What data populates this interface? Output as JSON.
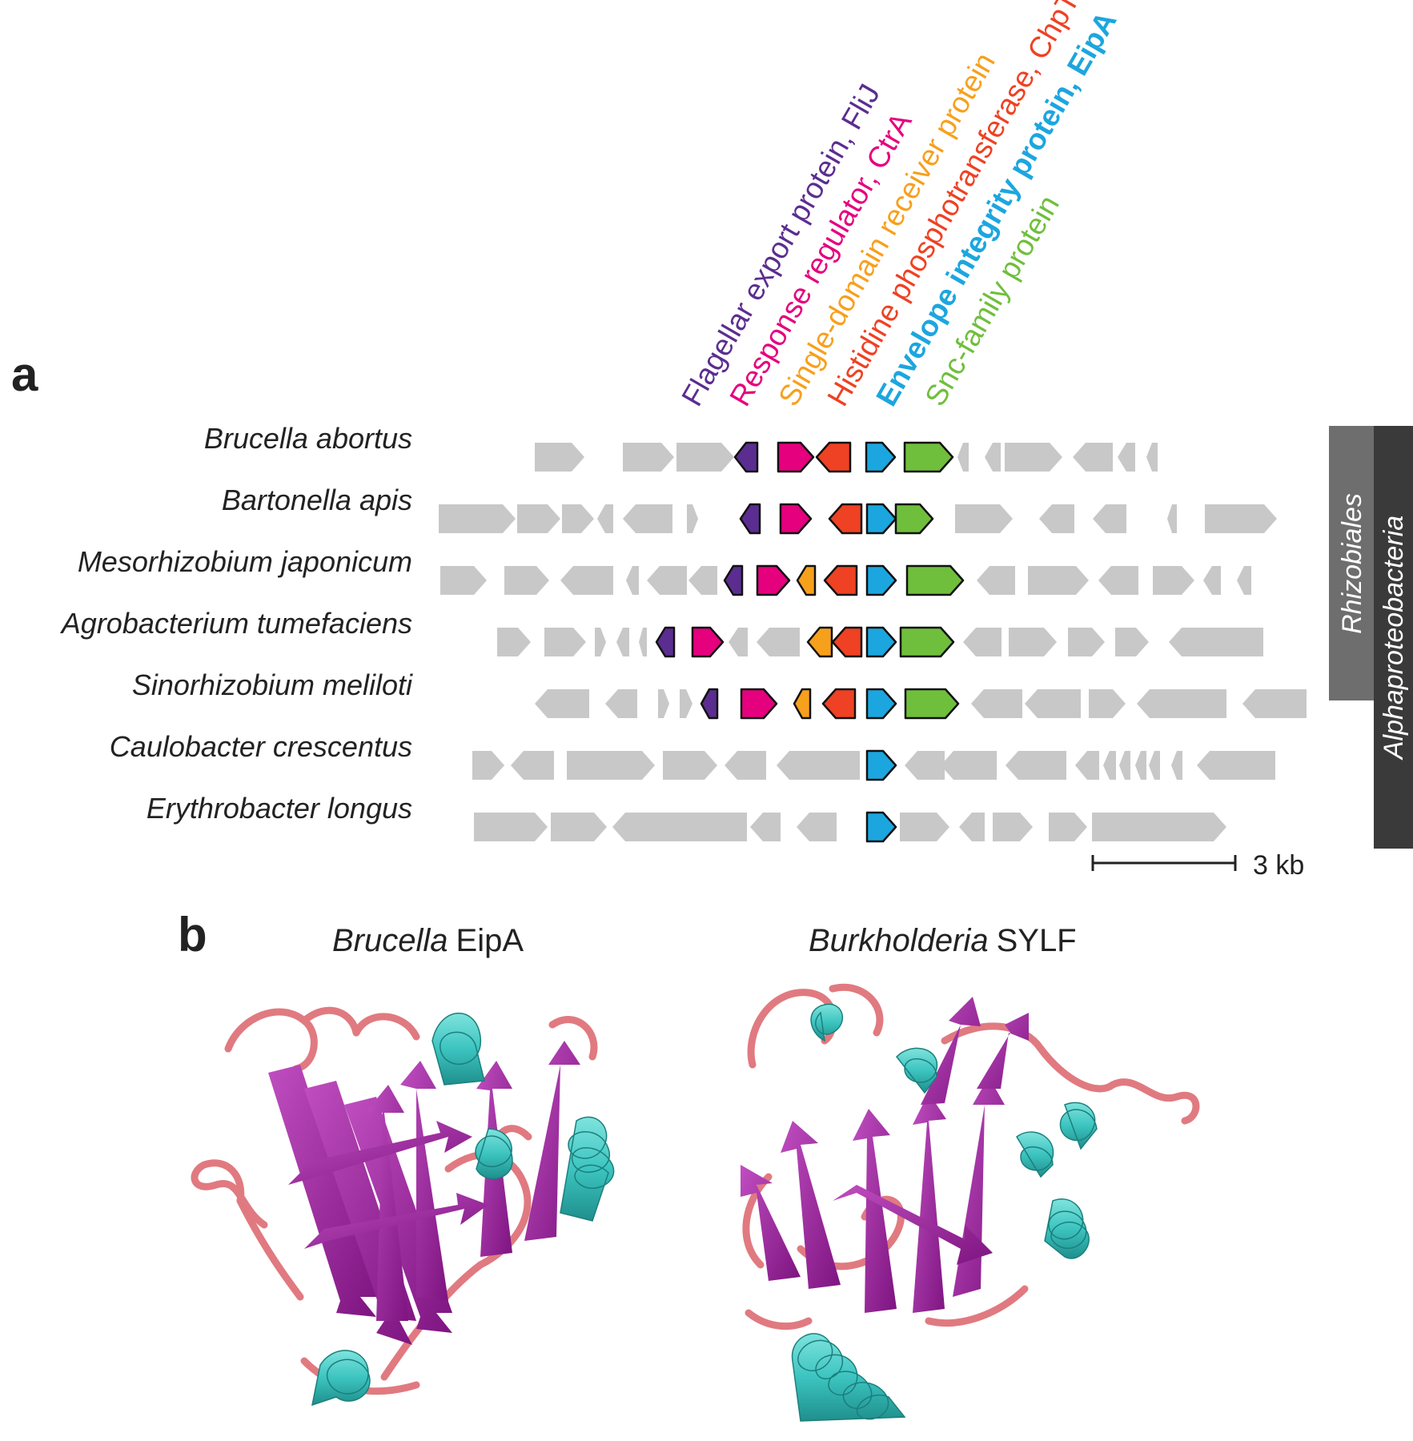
{
  "panel_a": {
    "letter": "a",
    "legend": [
      {
        "label": "Flagellar export protein, FliJ",
        "color": "#5b2d90",
        "bold": false
      },
      {
        "label": "Response regulator, CtrA",
        "color": "#e5007e",
        "bold": false
      },
      {
        "label": "Single-domain receiver protein",
        "color": "#f7a01c",
        "bold": false
      },
      {
        "label": "Histidine phosphotransferase, ChpT",
        "color": "#ef4123",
        "bold": false
      },
      {
        "label": "Envelope integrity protein, EipA",
        "color": "#1ca6df",
        "bold": true
      },
      {
        "label": "Snc-family protein",
        "color": "#6fbf3c",
        "bold": false
      }
    ],
    "species": [
      "Brucella abortus",
      "Bartonella apis",
      "Mesorhizobium japonicum",
      "Agrobacterium tumefaciens",
      "Sinorhizobium meliloti",
      "Caulobacter crescentus",
      "Erythrobacter longus"
    ],
    "scale_label": "3 kb",
    "clade_order": "Rhizobiales",
    "clade_class": "Alphaproteobacteria",
    "colors": {
      "gray": "#c8c8c8",
      "fliJ": "#5b2d90",
      "ctrA": "#e5007e",
      "receiver": "#f7a01c",
      "chpT": "#ef4123",
      "eipA": "#1ca6df",
      "snc": "#6fbf3c",
      "order_bar": "#6e6e6e",
      "class_bar": "#3a3a3a"
    }
  },
  "panel_b": {
    "letter": "b",
    "left": {
      "genus": "Brucella",
      "protein": "EipA"
    },
    "right": {
      "genus": "Burkholderia",
      "protein": "SYLF"
    },
    "colors": {
      "strand": "#9c1f9a",
      "helix": "#3cc4c0",
      "loop": "#e07a80"
    }
  }
}
